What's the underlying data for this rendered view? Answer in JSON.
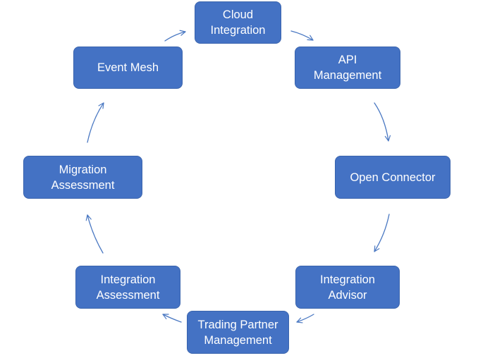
{
  "diagram": {
    "type": "cycle",
    "colors": {
      "node_fill": "#4472c4",
      "node_text": "#ffffff",
      "arrow": "#4a78c2",
      "background": "#ffffff"
    },
    "nodes": [
      {
        "id": "cloud-integration",
        "label": "Cloud\nIntegration"
      },
      {
        "id": "api-management",
        "label": "API\nManagement"
      },
      {
        "id": "open-connector",
        "label": "Open Connector"
      },
      {
        "id": "integration-advisor",
        "label": "Integration\nAdvisor"
      },
      {
        "id": "trading-partner-management",
        "label": "Trading Partner\nManagement"
      },
      {
        "id": "integration-assessment",
        "label": "Integration\nAssessment"
      },
      {
        "id": "migration-assessment",
        "label": "Migration\nAssessment"
      },
      {
        "id": "event-mesh",
        "label": "Event Mesh"
      }
    ],
    "edges": [
      {
        "from": "cloud-integration",
        "to": "api-management"
      },
      {
        "from": "api-management",
        "to": "open-connector"
      },
      {
        "from": "open-connector",
        "to": "integration-advisor"
      },
      {
        "from": "integration-advisor",
        "to": "trading-partner-management"
      },
      {
        "from": "trading-partner-management",
        "to": "integration-assessment"
      },
      {
        "from": "integration-assessment",
        "to": "migration-assessment"
      },
      {
        "from": "migration-assessment",
        "to": "event-mesh"
      },
      {
        "from": "event-mesh",
        "to": "cloud-integration"
      }
    ]
  }
}
